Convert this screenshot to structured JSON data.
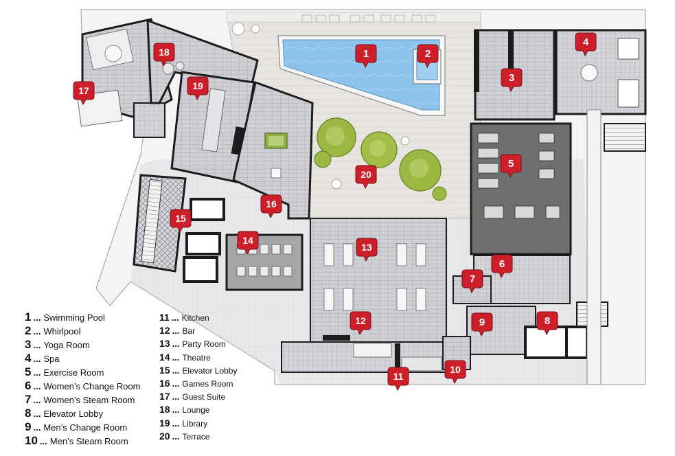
{
  "colors": {
    "marker_fill": "#cc1f2a",
    "marker_text": "#ffffff",
    "wall": "#1c1c1c",
    "tile_floor": "#c9c9cf",
    "tile_line": "#9c9ca6",
    "dark_floor": "#6e6e6e",
    "water": "#8fc6ee",
    "deck": "#e6e3de",
    "tree": "#9ab83f",
    "page": "#ffffff"
  },
  "markers": [
    {
      "id": "1",
      "label": "1"
    },
    {
      "id": "2",
      "label": "2"
    },
    {
      "id": "3",
      "label": "3"
    },
    {
      "id": "4",
      "label": "4"
    },
    {
      "id": "5",
      "label": "5"
    },
    {
      "id": "6",
      "label": "6"
    },
    {
      "id": "7",
      "label": "7"
    },
    {
      "id": "8",
      "label": "8"
    },
    {
      "id": "9",
      "label": "9"
    },
    {
      "id": "10",
      "label": "10"
    },
    {
      "id": "11",
      "label": "11"
    },
    {
      "id": "12",
      "label": "12"
    },
    {
      "id": "13",
      "label": "13"
    },
    {
      "id": "14",
      "label": "14"
    },
    {
      "id": "15",
      "label": "15"
    },
    {
      "id": "16",
      "label": "16"
    },
    {
      "id": "17",
      "label": "17"
    },
    {
      "id": "18",
      "label": "18"
    },
    {
      "id": "19",
      "label": "19"
    },
    {
      "id": "20",
      "label": "20"
    }
  ],
  "legend": {
    "separator": "...",
    "left": [
      {
        "num": "1",
        "label": "Swimming Pool"
      },
      {
        "num": "2",
        "label": "Whirlpool"
      },
      {
        "num": "3",
        "label": "Yoga Room"
      },
      {
        "num": "4",
        "label": "Spa"
      },
      {
        "num": "5",
        "label": "Exercise Room"
      },
      {
        "num": "6",
        "label": "Women’s Change Room"
      },
      {
        "num": "7",
        "label": "Women’s Steam Room"
      },
      {
        "num": "8",
        "label": "Elevator Lobby"
      },
      {
        "num": "9",
        "label": "Men’s Change Room"
      },
      {
        "num": "10",
        "label": "Men’s Steam Room"
      }
    ],
    "right": [
      {
        "num": "11",
        "label": "Kitchen"
      },
      {
        "num": "12",
        "label": "Bar"
      },
      {
        "num": "13",
        "label": "Party Room"
      },
      {
        "num": "14",
        "label": "Theatre"
      },
      {
        "num": "15",
        "label": "Elevator Lobby"
      },
      {
        "num": "16",
        "label": "Games Room"
      },
      {
        "num": "17",
        "label": "Guest Suite"
      },
      {
        "num": "18",
        "label": "Lounge"
      },
      {
        "num": "19",
        "label": "Library"
      },
      {
        "num": "20",
        "label": "Terrace"
      }
    ]
  }
}
